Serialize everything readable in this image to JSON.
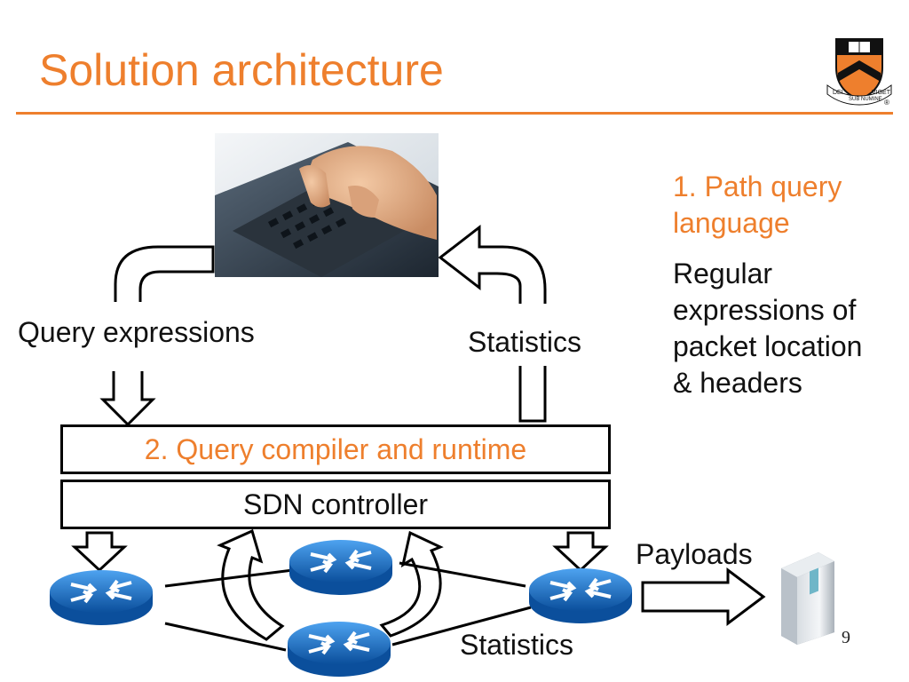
{
  "slide": {
    "title": "Solution architecture",
    "page_number": "9"
  },
  "logo": {
    "motto_left": "DEI",
    "motto_mid": "SUB NUMINE",
    "motto_right": "VIGET",
    "registered": "®"
  },
  "side_panel": {
    "heading_line1": "1. Path query",
    "heading_line2": "language",
    "body_lines": [
      "Regular",
      "expressions of",
      "packet location",
      "& headers"
    ]
  },
  "labels": {
    "query_expressions": "Query expressions",
    "statistics_top": "Statistics",
    "payloads": "Payloads",
    "statistics_bottom": "Statistics"
  },
  "boxes": {
    "compiler": "2. Query compiler and runtime",
    "controller": "SDN controller"
  },
  "colors": {
    "accent": "#ee7f2d",
    "router": "#1a6fc4",
    "text": "#111111"
  },
  "icons": [
    "laptop-typing-image",
    "router-icon",
    "server-icon",
    "university-shield-logo"
  ]
}
